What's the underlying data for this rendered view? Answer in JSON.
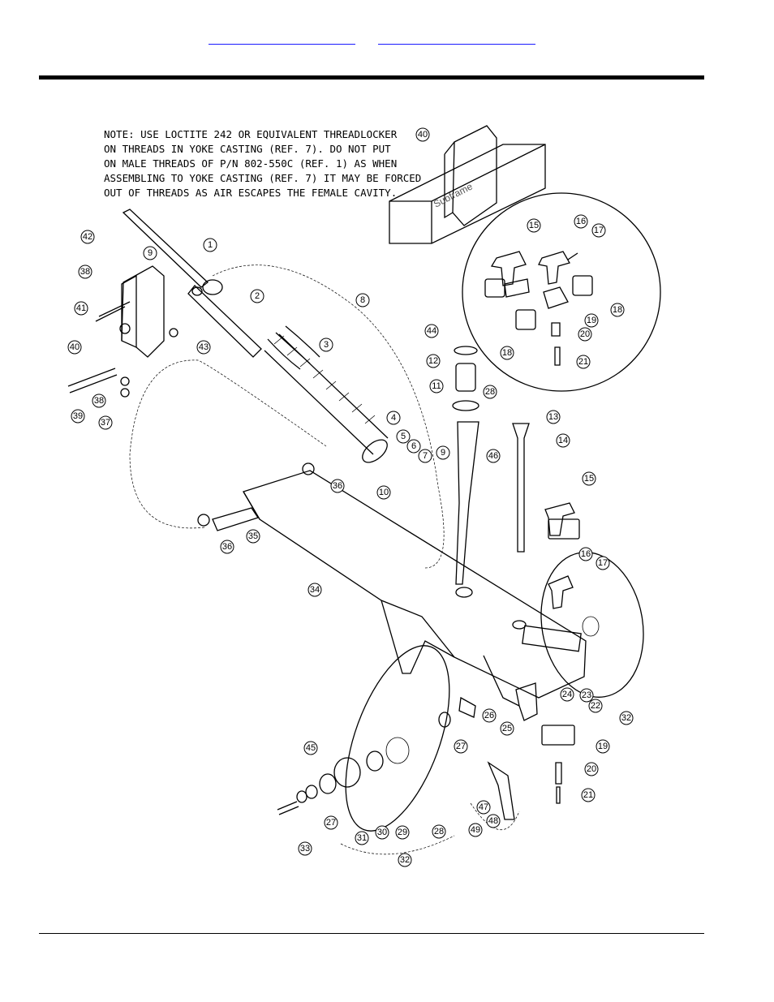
{
  "header": {
    "links": [
      {
        "label": ""
      },
      {
        "label": ""
      }
    ]
  },
  "note": {
    "lines": [
      "NOTE:  USE LOCTITE 242 OR EQUIVALENT THREADLOCKER",
      "ON THREADS IN YOKE CASTING (REF. 7).  DO NOT PUT",
      "ON MALE THREADS OF P/N 802-550C (REF. 1) AS WHEN",
      "ASSEMBLING TO YOKE CASTING (REF. 7) IT MAY BE FORCED",
      "OUT OF THREADS AS AIR ESCAPES THE FEMALE CAVITY."
    ]
  },
  "subframe_label": "Subframe",
  "callouts": [
    "1",
    "2",
    "3",
    "4",
    "5",
    "6",
    "7",
    "8",
    "9",
    "9",
    "10",
    "11",
    "12",
    "13",
    "14",
    "15",
    "15",
    "16",
    "16",
    "17",
    "17",
    "18",
    "18",
    "19",
    "19",
    "20",
    "20",
    "21",
    "21",
    "22",
    "23",
    "24",
    "25",
    "26",
    "27",
    "27",
    "28",
    "28",
    "29",
    "30",
    "31",
    "32",
    "32",
    "33",
    "34",
    "35",
    "36",
    "36",
    "37",
    "38",
    "38",
    "39",
    "40",
    "40",
    "41",
    "42",
    "43",
    "44",
    "45",
    "46",
    "47",
    "48",
    "49"
  ]
}
